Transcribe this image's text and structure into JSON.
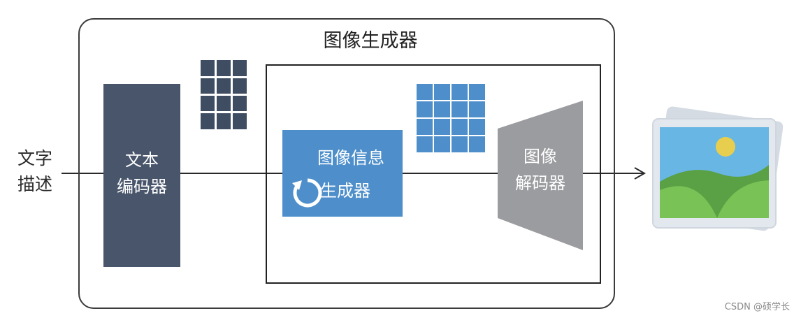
{
  "input": {
    "line1": "文字",
    "line2": "描述"
  },
  "image_generator": {
    "title": "图像生成器"
  },
  "text_encoder": {
    "line1": "文本",
    "line2": "编码器"
  },
  "image_info_generator": {
    "line1": "图像信息",
    "line2": "生成器"
  },
  "image_decoder": {
    "line1": "图像",
    "line2": "解码器"
  },
  "output": {
    "icon": "image-icon"
  },
  "watermark": "CSDN @硕学长",
  "colors": {
    "text_encoder": "#48556a",
    "info_generator": "#4e8fcb",
    "decoder": "#9a9c9f",
    "dark_grid": "#3f4d62",
    "blue_grid": "#4e8fcb"
  }
}
